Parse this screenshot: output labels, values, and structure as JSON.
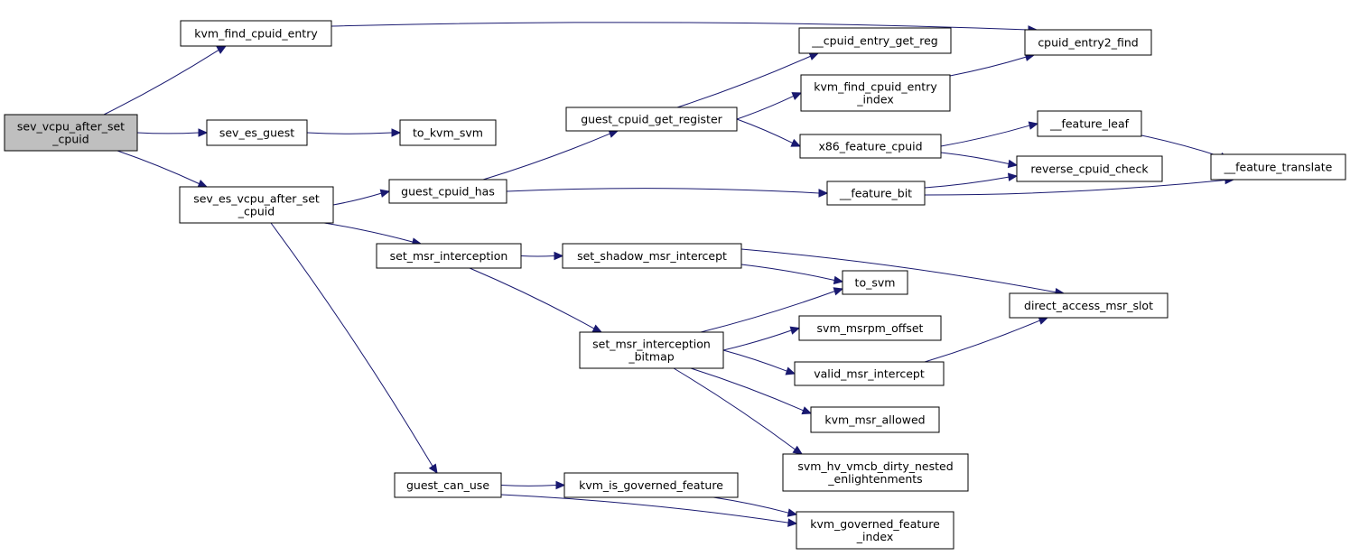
{
  "graph": {
    "edge_color": "#191970",
    "root_fill": "#bfbfbf",
    "nodes": [
      {
        "id": "root",
        "lines": [
          "sev_vcpu_after_set",
          "_cpuid"
        ],
        "root": true
      },
      {
        "id": "kfce",
        "lines": [
          "kvm_find_cpuid_entry"
        ]
      },
      {
        "id": "seg",
        "lines": [
          "sev_es_guest"
        ]
      },
      {
        "id": "sevas",
        "lines": [
          "sev_es_vcpu_after_set",
          "_cpuid"
        ]
      },
      {
        "id": "tks",
        "lines": [
          "to_kvm_svm"
        ]
      },
      {
        "id": "gch",
        "lines": [
          "guest_cpuid_has"
        ]
      },
      {
        "id": "smi",
        "lines": [
          "set_msr_interception"
        ]
      },
      {
        "id": "gcu",
        "lines": [
          "guest_can_use"
        ]
      },
      {
        "id": "gcgr",
        "lines": [
          "guest_cpuid_get_register"
        ]
      },
      {
        "id": "ceg",
        "lines": [
          "__cpuid_entry_get_reg"
        ]
      },
      {
        "id": "kfcei",
        "lines": [
          "kvm_find_cpuid_entry",
          "_index"
        ]
      },
      {
        "id": "x86f",
        "lines": [
          "x86_feature_cpuid"
        ]
      },
      {
        "id": "fbit",
        "lines": [
          "__feature_bit"
        ]
      },
      {
        "id": "ssmi",
        "lines": [
          "set_shadow_msr_intercept"
        ]
      },
      {
        "id": "smib",
        "lines": [
          "set_msr_interception",
          "_bitmap"
        ]
      },
      {
        "id": "kigf",
        "lines": [
          "kvm_is_governed_feature"
        ]
      },
      {
        "id": "c2f",
        "lines": [
          "cpuid_entry2_find"
        ]
      },
      {
        "id": "fleaf",
        "lines": [
          "__feature_leaf"
        ]
      },
      {
        "id": "rcc",
        "lines": [
          "reverse_cpuid_check"
        ]
      },
      {
        "id": "tsvm",
        "lines": [
          "to_svm"
        ]
      },
      {
        "id": "smo",
        "lines": [
          "svm_msrpm_offset"
        ]
      },
      {
        "id": "vmi",
        "lines": [
          "valid_msr_intercept"
        ]
      },
      {
        "id": "kma",
        "lines": [
          "kvm_msr_allowed"
        ]
      },
      {
        "id": "shv",
        "lines": [
          "svm_hv_vmcb_dirty_nested",
          "_enlightenments"
        ]
      },
      {
        "id": "kgfi",
        "lines": [
          "kvm_governed_feature",
          "_index"
        ]
      },
      {
        "id": "ftr",
        "lines": [
          "__feature_translate"
        ]
      },
      {
        "id": "dams",
        "lines": [
          "direct_access_msr_slot"
        ]
      }
    ],
    "edges": [
      [
        "root",
        "kfce"
      ],
      [
        "root",
        "seg"
      ],
      [
        "root",
        "sevas"
      ],
      [
        "kfce",
        "c2f"
      ],
      [
        "seg",
        "tks"
      ],
      [
        "sevas",
        "gch"
      ],
      [
        "sevas",
        "smi"
      ],
      [
        "sevas",
        "gcu"
      ],
      [
        "gch",
        "gcgr"
      ],
      [
        "gch",
        "fbit"
      ],
      [
        "gcgr",
        "ceg"
      ],
      [
        "gcgr",
        "kfcei"
      ],
      [
        "gcgr",
        "x86f"
      ],
      [
        "kfcei",
        "c2f"
      ],
      [
        "x86f",
        "fleaf"
      ],
      [
        "x86f",
        "rcc"
      ],
      [
        "fleaf",
        "ftr"
      ],
      [
        "fbit",
        "rcc"
      ],
      [
        "fbit",
        "ftr"
      ],
      [
        "smi",
        "ssmi"
      ],
      [
        "smi",
        "smib"
      ],
      [
        "ssmi",
        "dams"
      ],
      [
        "ssmi",
        "tsvm"
      ],
      [
        "smib",
        "tsvm"
      ],
      [
        "smib",
        "smo"
      ],
      [
        "smib",
        "vmi"
      ],
      [
        "smib",
        "kma"
      ],
      [
        "smib",
        "shv"
      ],
      [
        "vmi",
        "dams"
      ],
      [
        "gcu",
        "kigf"
      ],
      [
        "gcu",
        "kgfi"
      ],
      [
        "kigf",
        "kgfi"
      ]
    ]
  }
}
